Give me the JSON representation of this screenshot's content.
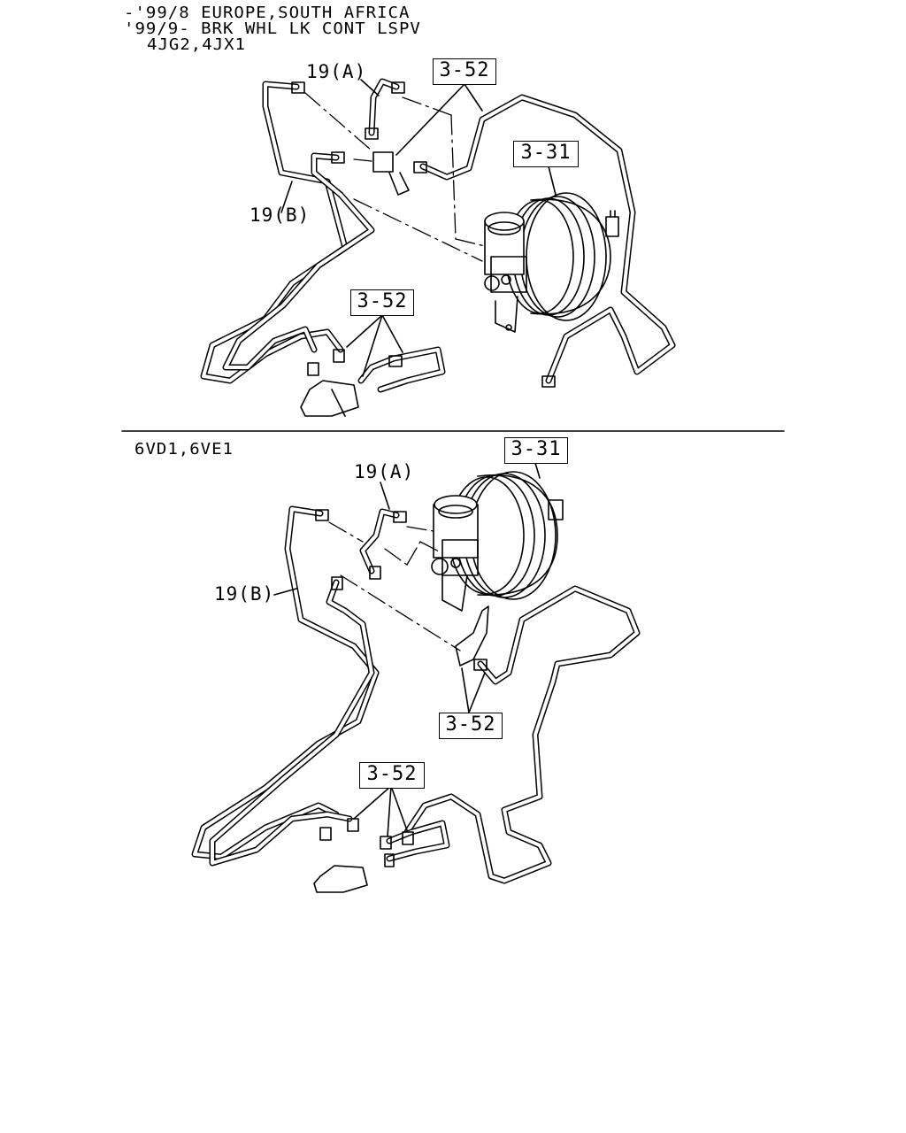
{
  "section_a": {
    "header_line1": "-'99/8 EUROPE,SOUTH AFRICA",
    "header_line2": "'99/9- BRK WHL LK CONT LSPV",
    "header_line3": "4JG2,4JX1",
    "labels": {
      "pipe_a": "19(A)",
      "pipe_b": "19(B)",
      "ref_top": "3-52",
      "ref_booster": "3-31",
      "ref_lower": "3-52"
    }
  },
  "section_b": {
    "header": "6VD1,6VE1",
    "labels": {
      "pipe_a": "19(A)",
      "pipe_b": "19(B)",
      "ref_booster": "3-31",
      "ref_mid": "3-52",
      "ref_lower": "3-52"
    }
  }
}
